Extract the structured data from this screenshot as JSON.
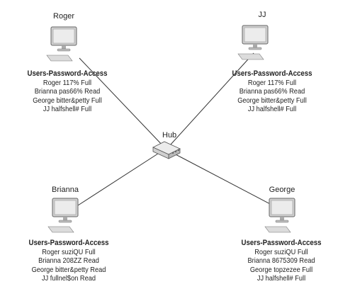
{
  "hub": {
    "label": "Hub"
  },
  "hosts": [
    {
      "name": "Roger",
      "table_title": "Users-Password-Access",
      "entries": [
        "Roger 117% Full",
        "Brianna pas66% Read",
        "George bitter&petty Full",
        "JJ halfshell# Full"
      ]
    },
    {
      "name": "JJ",
      "table_title": "Users-Password-Access",
      "entries": [
        "Roger 117% Full",
        "Brianna pas66% Read",
        "George bitter&petty Full",
        "JJ halfshell# Full"
      ]
    },
    {
      "name": "Brianna",
      "table_title": "Users-Password-Access",
      "entries": [
        "Roger suziQU Full",
        "Brianna 208ZZ Read",
        "George bitter&petty Read",
        "JJ fullnel$on Read"
      ]
    },
    {
      "name": "George",
      "table_title": "Users-Password-Access",
      "entries": [
        "Roger suziQU Full",
        "Brianna 8675309 Read",
        "George topzezee Full",
        "JJ halfshell# Full"
      ]
    }
  ],
  "colors": {
    "line": "#333333",
    "monitor_frame": "#c4c4c4",
    "monitor_screen": "#e6e6e6",
    "hub_body": "#e2e2e2"
  },
  "icons": {
    "computer": "desktop-computer-icon",
    "hub": "network-hub-icon"
  }
}
